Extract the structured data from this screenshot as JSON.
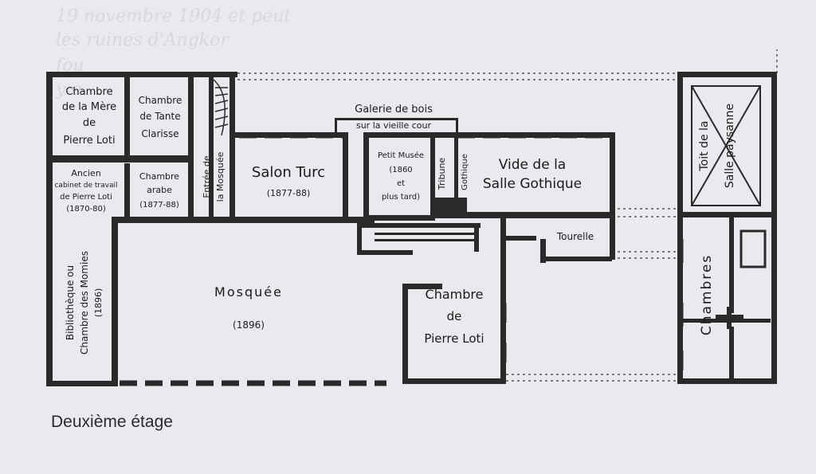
{
  "ghost_text": [
    "19 novembre 1904 et peut",
    "les ruines d'Angkor",
    "fou",
    "y e"
  ],
  "rooms": {
    "chambre_mere": [
      "Chambre",
      "de la Mère",
      "de",
      "Pierre Loti"
    ],
    "chambre_tante": [
      "Chambre",
      "de Tante",
      "Clarisse"
    ],
    "ancien_cabinet": [
      "Ancien",
      "cabinet de travail",
      "de Pierre Loti",
      "(1870-80)"
    ],
    "chambre_arabe": [
      "Chambre",
      "arabe",
      "(1877-88)"
    ],
    "entree_mosquee": [
      "Entrée de",
      "la Mosquée"
    ],
    "salon_turc": "Salon Turc",
    "salon_turc_date": "(1877-88)",
    "galerie": [
      "Galerie de bois",
      "sur la vieille cour"
    ],
    "petit_musee": [
      "Petit Musée",
      "(1860",
      "et",
      "plus tard)"
    ],
    "tribune": "Tribune",
    "gothique": "Gothique",
    "salle_gothique": [
      "Vide de la",
      "Salle Gothique"
    ],
    "tourelle": "Tourelle",
    "bibliotheque": [
      "Bibliothèque ou",
      "Chambre des Momies",
      "(1896)"
    ],
    "mosquee": "Mosquée",
    "mosquee_date": "(1896)",
    "chambre_loti": [
      "Chambre",
      "de",
      "Pierre Loti"
    ],
    "toit": [
      "Toit de la",
      "Salle paysanne"
    ],
    "chambres": "Chambres"
  },
  "caption": "Deuxième étage"
}
